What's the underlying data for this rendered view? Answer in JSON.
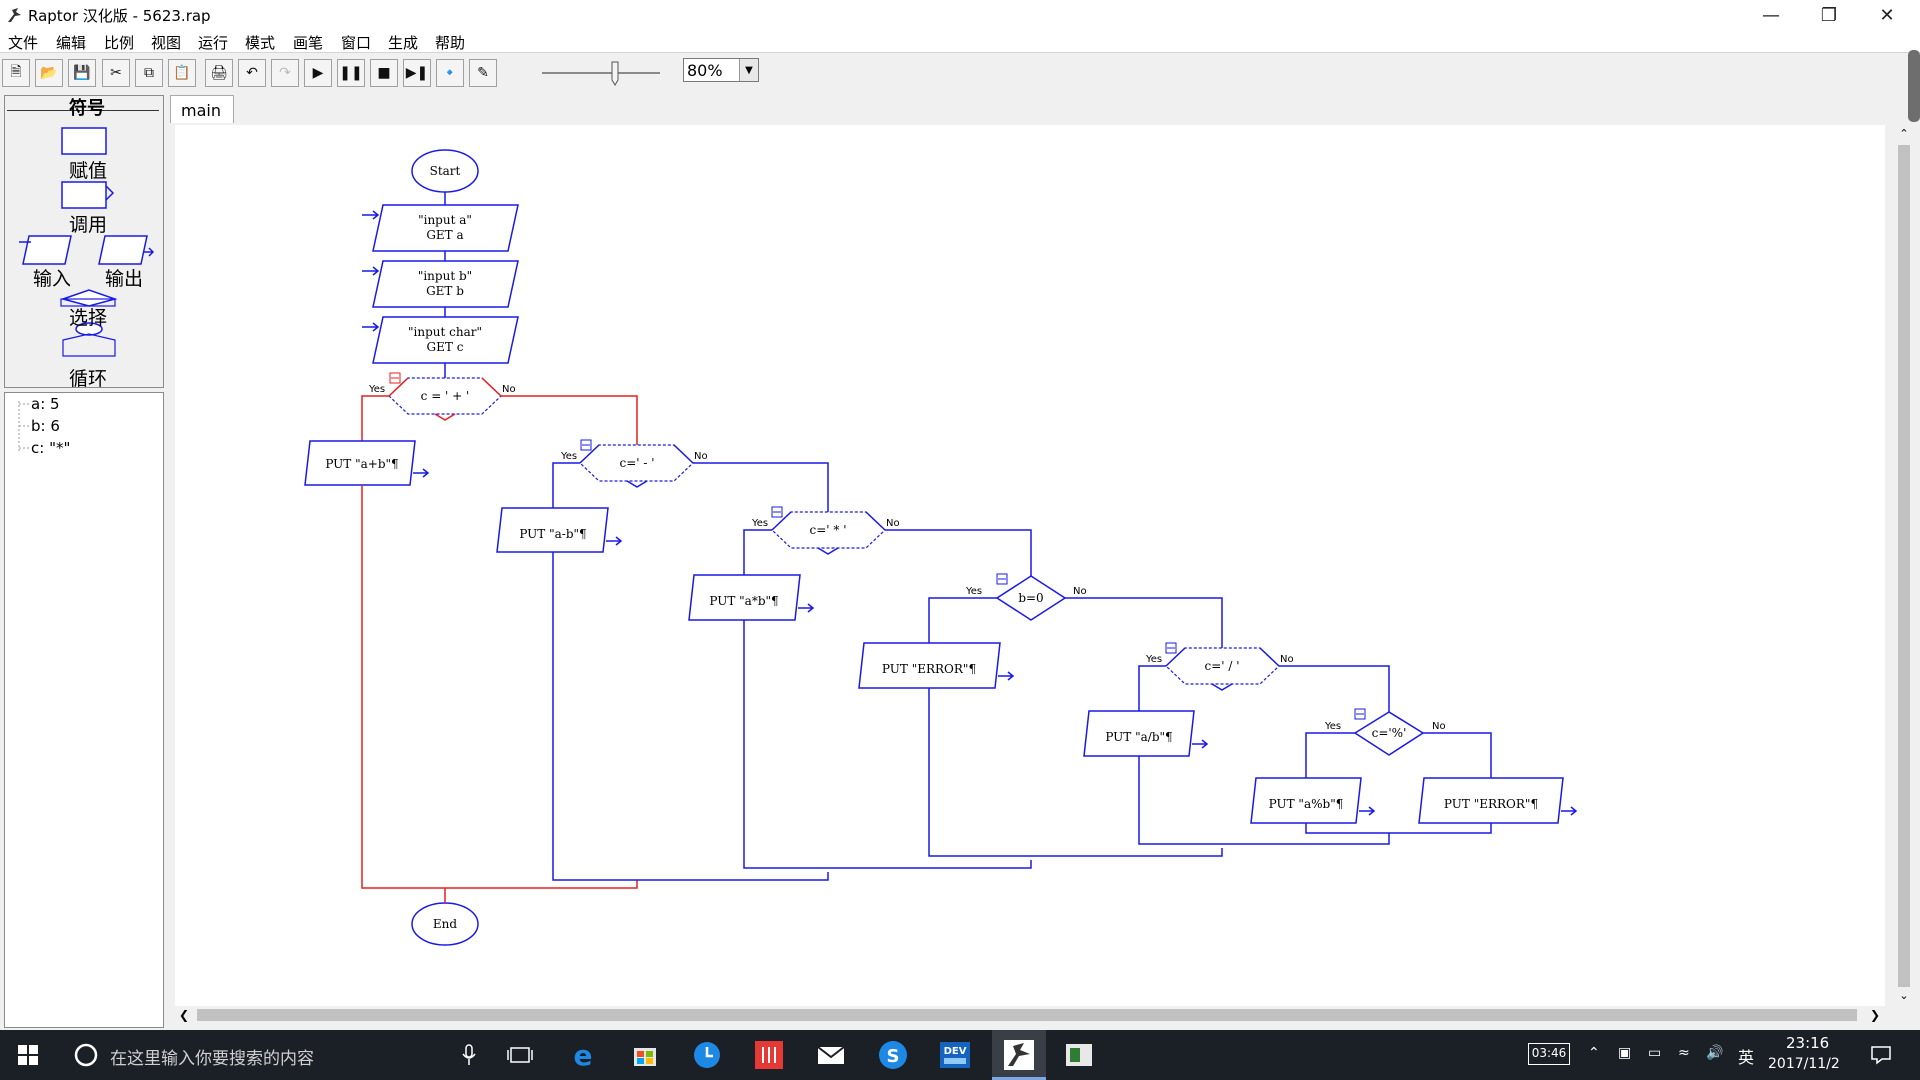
{
  "window": {
    "title": "Raptor 汉化版 - 5623.rap"
  },
  "menu": [
    "文件",
    "编辑",
    "比例",
    "视图",
    "运行",
    "模式",
    "画笔",
    "窗口",
    "生成",
    "帮助"
  ],
  "toolbar": {
    "zoom": "80%"
  },
  "palette": {
    "header": "符号",
    "assign": "赋值",
    "call": "调用",
    "input": "输入",
    "output": "输出",
    "select": "选择",
    "loop": "循环"
  },
  "variables": [
    "a: 5",
    "b: 6",
    "c: \"*\""
  ],
  "tabs": [
    "main"
  ],
  "flowchart": {
    "start": "Start",
    "end": "End",
    "inputs": [
      {
        "prompt": "\"input a\"",
        "get": "GET a"
      },
      {
        "prompt": "\"input b\"",
        "get": "GET b"
      },
      {
        "prompt": "\"input char\"",
        "get": "GET c"
      }
    ],
    "yes": "Yes",
    "no": "No",
    "decisions": [
      "c = ' + '",
      "c=' - '",
      "c=' * '",
      "b=0",
      "c=' / '",
      "c='%'"
    ],
    "outputs": [
      "PUT \"a+b\"¶",
      "PUT \"a-b\"¶",
      "PUT \"a*b\"¶",
      "PUT \"ERROR\"¶",
      "PUT \"a/b\"¶",
      "PUT \"a%b\"¶",
      "PUT \"ERROR\"¶"
    ]
  },
  "taskbar": {
    "search_placeholder": "在这里输入你要搜索的内容",
    "battery_badge": "03:46",
    "ime": "英",
    "time": "23:16",
    "date": "2017/11/2"
  },
  "colors": {
    "flow_line": "#1a1ae6",
    "active_path": "#e62020",
    "taskbar": "#1b1f26"
  }
}
